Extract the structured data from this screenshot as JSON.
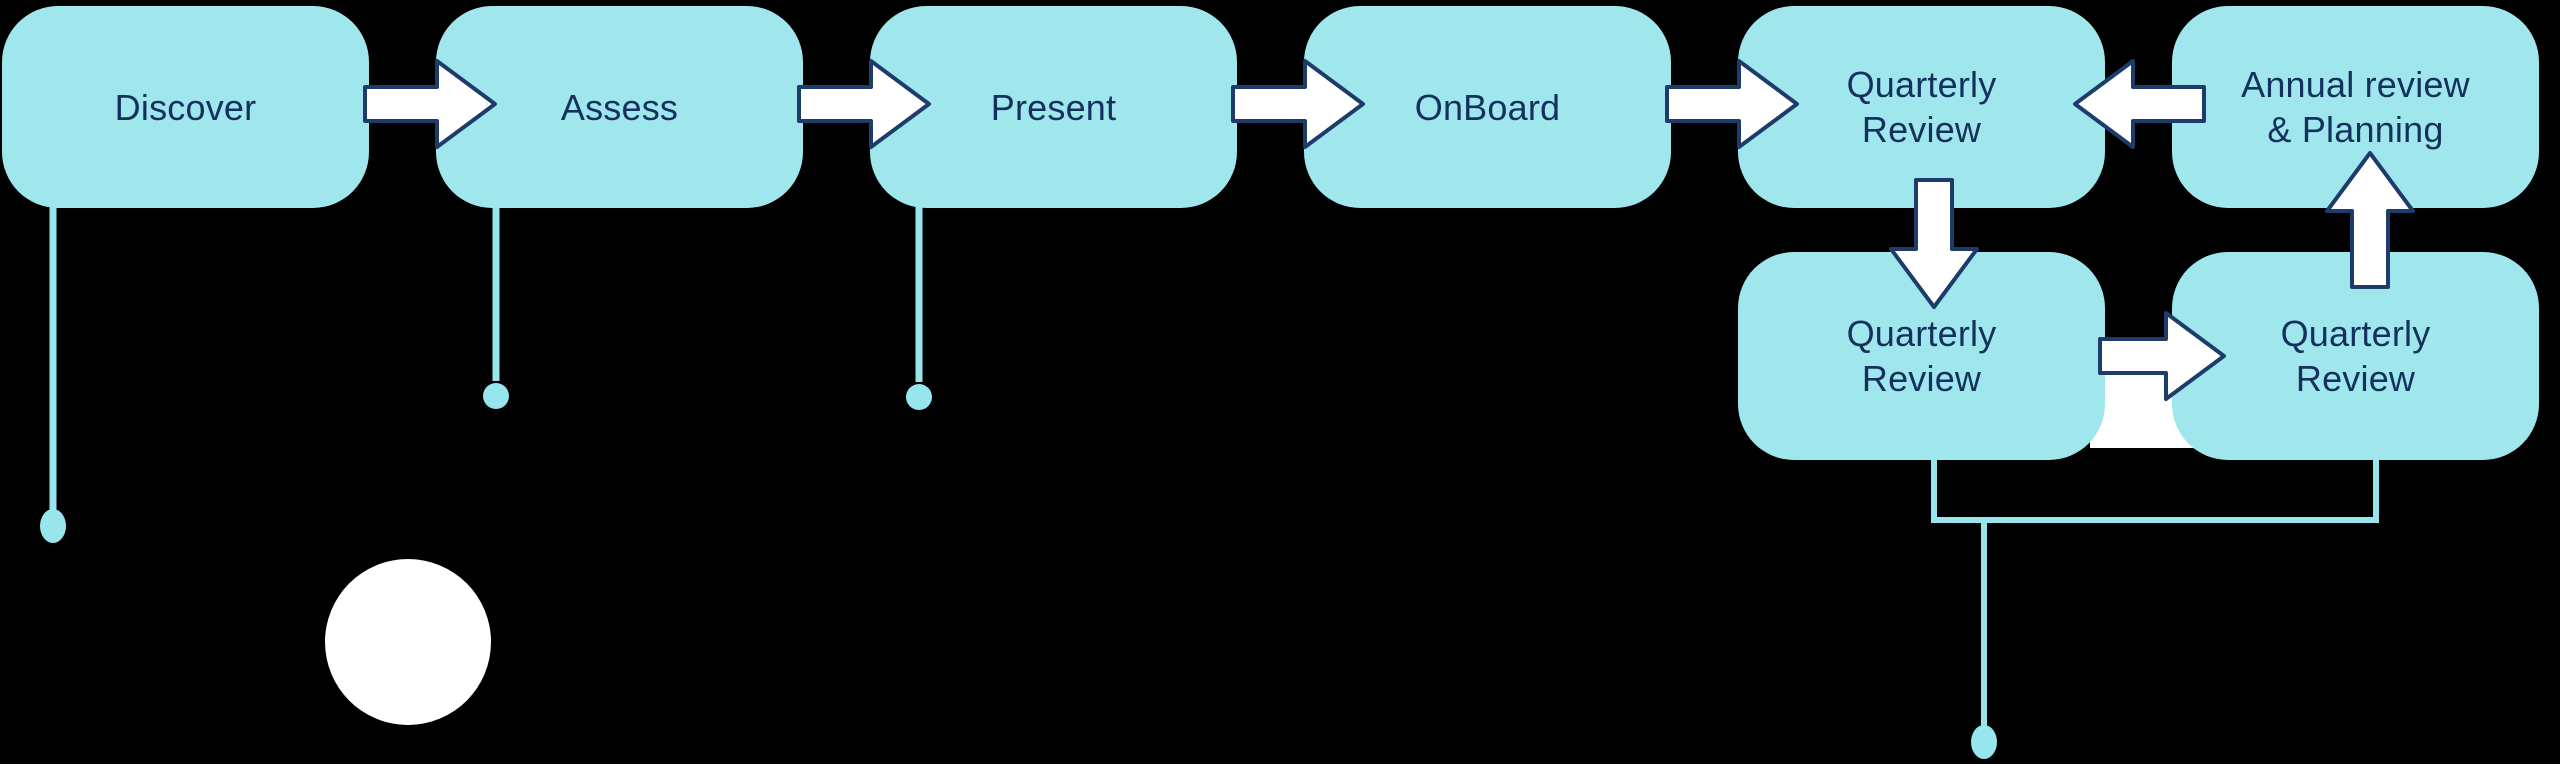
{
  "nodes": [
    {
      "id": "discover",
      "label": "Discover"
    },
    {
      "id": "assess",
      "label": "Assess"
    },
    {
      "id": "present",
      "label": "Present"
    },
    {
      "id": "onboard",
      "label": "OnBoard"
    },
    {
      "id": "quarterly-review-top",
      "label": "Quarterly\nReview"
    },
    {
      "id": "annual-review",
      "label": "Annual review\n& Planning"
    },
    {
      "id": "quarterly-review-2",
      "label": "Quarterly\nReview"
    },
    {
      "id": "quarterly-review-3",
      "label": "Quarterly\nReview"
    }
  ],
  "edges": [
    {
      "from": "Discover",
      "to": "Assess",
      "direction": "right"
    },
    {
      "from": "Assess",
      "to": "Present",
      "direction": "right"
    },
    {
      "from": "Present",
      "to": "OnBoard",
      "direction": "right"
    },
    {
      "from": "OnBoard",
      "to": "Quarterly Review (top)",
      "direction": "right"
    },
    {
      "from": "Annual review & Planning",
      "to": "Quarterly Review (top)",
      "direction": "left"
    },
    {
      "from": "Quarterly Review (top)",
      "to": "Quarterly Review (row 2 left)",
      "direction": "down"
    },
    {
      "from": "Quarterly Review (row 2 left)",
      "to": "Quarterly Review (row 2 right)",
      "direction": "right"
    },
    {
      "from": "Quarterly Review (row 2 right)",
      "to": "Annual review & Planning",
      "direction": "up"
    }
  ],
  "colors": {
    "background": "#000000",
    "node_fill": "#9FE7EC",
    "text_navy": "#14305C",
    "connector": "#97E6EE",
    "arrow_fill": "#FFFFFF",
    "arrow_outline": "#1E3C6B"
  }
}
